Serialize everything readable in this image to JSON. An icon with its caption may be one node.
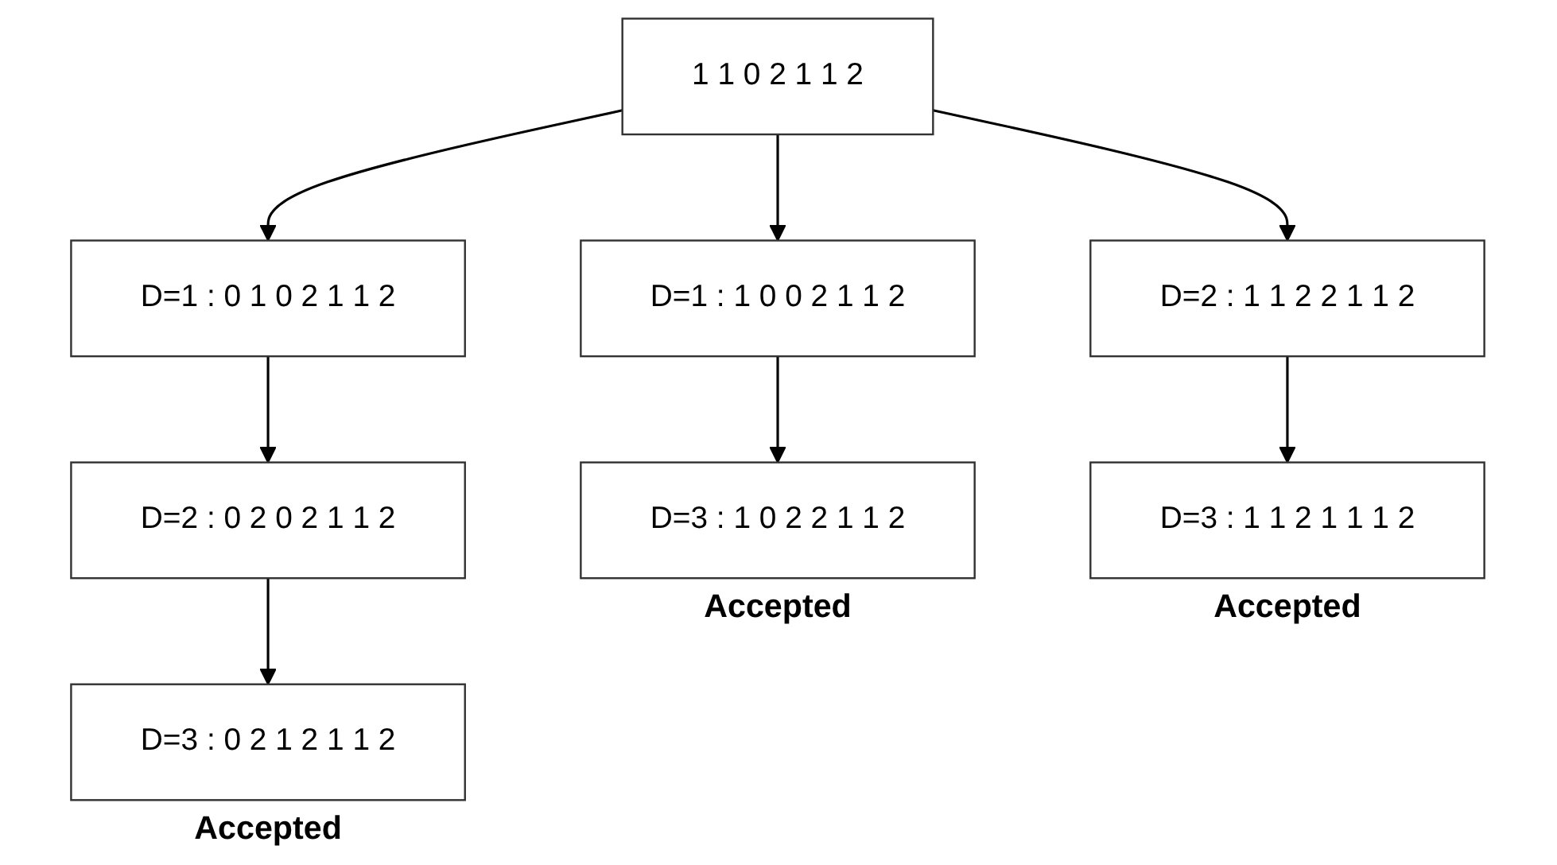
{
  "diagram": {
    "nodes": [
      {
        "text": [
          "1 1 0 2 1 1 2"
        ]
      },
      {
        "text": [
          "D=1 : 0 1 0 2 1 1 2"
        ]
      },
      {
        "text": [
          "D=1 : 1 0 0 2 1 1 2"
        ]
      },
      {
        "text": [
          "D=2 : 1 1 2 2 1 1 2"
        ]
      },
      {
        "text": [
          "D=2 : 0 2 0 2 1 1 2"
        ]
      },
      {
        "text": [
          "D=3 : 0 2 1 2 1 1 2"
        ],
        "beside": [
          "Accepted"
        ]
      },
      {
        "text": [
          "D=3 : 1 0 2 2 1 1 2"
        ],
        "beside": [
          "Accepted"
        ]
      },
      {
        "text": [
          "D=3 : 1 1 2 1 1 1 2"
        ],
        "beside": [
          "Accepted"
        ]
      }
    ],
    "edges": [
      {
        "from": 0,
        "to": 1,
        "arrow": "to"
      },
      {
        "from": 0,
        "to": 2,
        "arrow": "to"
      },
      {
        "from": 0,
        "to": 3,
        "arrow": "to"
      },
      {
        "from": 1,
        "to": 4,
        "arrow": "to"
      },
      {
        "from": 4,
        "to": 5,
        "arrow": "to"
      },
      {
        "from": 2,
        "to": 6,
        "arrow": "to"
      },
      {
        "from": 3,
        "to": 7,
        "arrow": "to"
      }
    ]
  }
}
